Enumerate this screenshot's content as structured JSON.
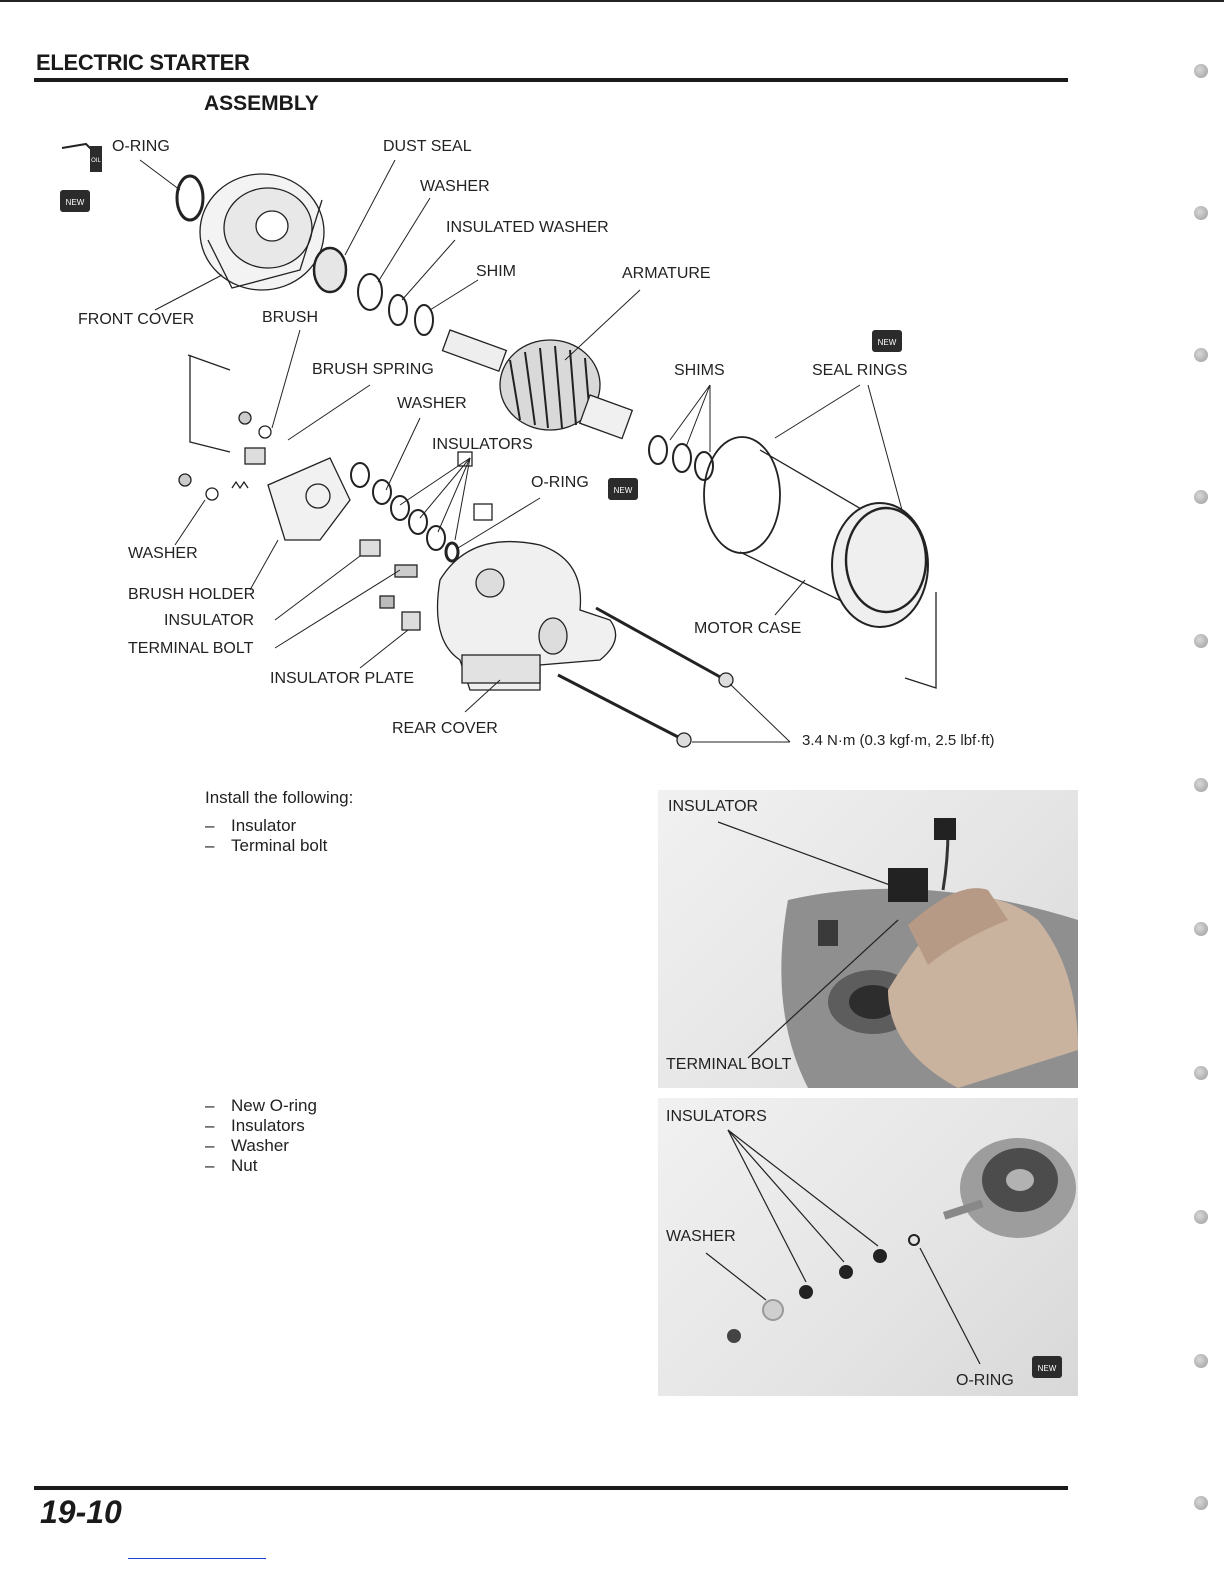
{
  "header": {
    "section_title": "ELECTRIC STARTER",
    "sub_title": "ASSEMBLY"
  },
  "diagram": {
    "labels": {
      "o_ring_front": "O-RING",
      "dust_seal": "DUST SEAL",
      "washer_top": "WASHER",
      "insulated_washer": "INSULATED WASHER",
      "shim": "SHIM",
      "armature": "ARMATURE",
      "front_cover": "FRONT COVER",
      "brush": "BRUSH",
      "brush_spring": "BRUSH SPRING",
      "washer_mid": "WASHER",
      "shims": "SHIMS",
      "seal_rings": "SEAL RINGS",
      "insulators": "INSULATORS",
      "o_ring_rear": "O-RING",
      "washer_left": "WASHER",
      "brush_holder": "BRUSH HOLDER",
      "insulator": "INSULATOR",
      "terminal_bolt": "TERMINAL BOLT",
      "motor_case": "MOTOR CASE",
      "insulator_plate": "INSULATOR PLATE",
      "rear_cover": "REAR COVER",
      "torque": "3.4 N·m (0.3 kgf·m, 2.5 lbf·ft)"
    },
    "badges": {
      "new": "NEW",
      "oil": "OIL"
    }
  },
  "instructions": {
    "intro": "Install the following:",
    "step1_items": [
      "Insulator",
      "Terminal bolt"
    ],
    "step2_items": [
      "New O-ring",
      "Insulators",
      "Washer",
      "Nut"
    ]
  },
  "photo1": {
    "insulator": "INSULATOR",
    "terminal_bolt": "TERMINAL BOLT"
  },
  "photo2": {
    "insulators": "INSULATORS",
    "washer": "WASHER",
    "o_ring": "O-RING"
  },
  "footer": {
    "page_number": "19-10"
  }
}
